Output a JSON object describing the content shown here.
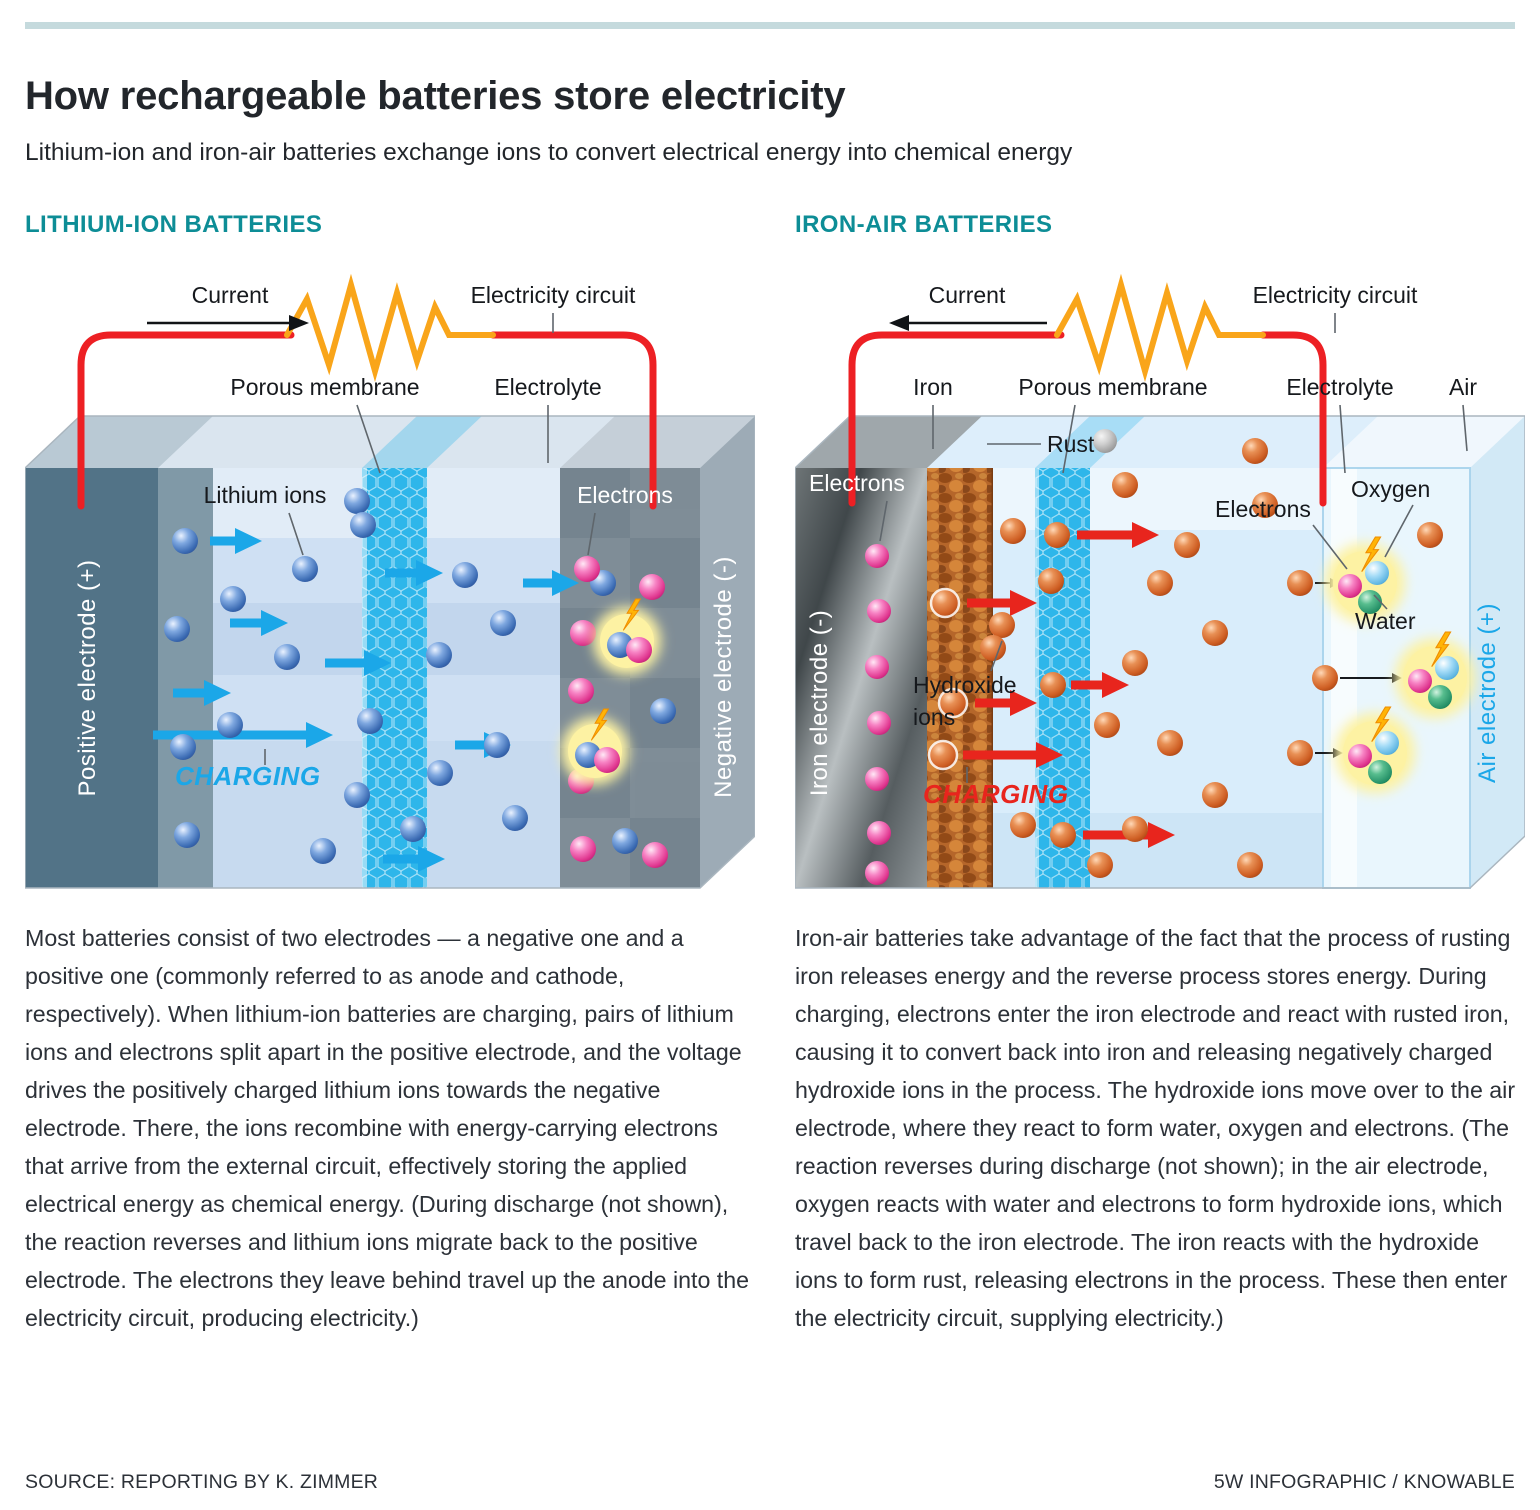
{
  "page": {
    "title": "How rechargeable batteries store electricity",
    "subtitle": "Lithium-ion and iron-air batteries exchange ions to convert electrical energy into chemical energy",
    "footer_left": "SOURCE: REPORTING BY K. ZIMMER",
    "footer_right": "5W INFOGRAPHIC / KNOWABLE"
  },
  "colors": {
    "accent_teal": "#0d8d96",
    "top_rule": "#c5dadd",
    "wire_red": "#ed2024",
    "resistor_orange": "#f9a51a",
    "charging_blue": "#1ba7e8",
    "charging_red": "#e8251d",
    "lithium_ion_blue": "#4a7fc1",
    "electron_pink": "#e0368f",
    "hydroxide_orange": "#cf5f24",
    "oxygen_blue": "#7ecbf0",
    "water_green": "#2fa878",
    "positive_electrode_teal": "#527387",
    "negative_electrode_gray": "#75848f",
    "membrane_cyan": "#2eb6ea",
    "electrolyte_blue": "#cfe0f3",
    "air_electrode_blue": "#e9f6fd",
    "rust_brown": "#b5662a",
    "glow_yellow": "#fdf2a3",
    "bolt_yellow": "#ffb405"
  },
  "lithium": {
    "heading": "LITHIUM-ION BATTERIES",
    "labels": {
      "current": "Current",
      "electricity_circuit": "Electricity circuit",
      "porous_membrane": "Porous membrane",
      "electrolyte": "Electrolyte",
      "lithium_ions": "Lithium ions",
      "electrons": "Electrons",
      "charging": "CHARGING",
      "positive_electrode": "Positive electrode (+)",
      "negative_electrode": "Negative electrode (-)"
    },
    "paragraph": "Most batteries consist of two electrodes — a negative one and a positive one (commonly referred to as anode and cathode, respectively). When lithium-ion batteries are charging, pairs of lithium ions and electrons split apart in the positive electrode, and the voltage drives the positively charged lithium ions towards the negative electrode. There, the ions recombine with energy-carrying electrons that arrive from the external circuit, effectively storing the applied electrical energy as chemical energy. (During discharge (not shown), the reaction reverses and lithium ions migrate back to the positive electrode. The electrons they leave behind travel up the anode into the electricity circuit, producing electricity.)"
  },
  "ironair": {
    "heading": "IRON-AIR BATTERIES",
    "labels": {
      "current": "Current",
      "electricity_circuit": "Electricity circuit",
      "iron": "Iron",
      "porous_membrane": "Porous membrane",
      "electrolyte": "Electrolyte",
      "air": "Air",
      "rust": "Rust",
      "electrons_iron": "Electrons",
      "electrons_reaction": "Electrons",
      "hydroxide_ions_line1": "Hydroxide",
      "hydroxide_ions_line2": "ions",
      "charging": "CHARGING",
      "oxygen": "Oxygen",
      "water": "Water",
      "iron_electrode": "Iron electrode (-)",
      "air_electrode": "Air electrode (+)"
    },
    "paragraph": "Iron-air batteries take advantage of the fact that the process of rusting iron releases energy and the reverse process stores energy. During charging, electrons enter the iron electrode and react with rusted iron, causing it to convert back into iron and releasing negatively charged hydroxide ions in the process. The hydroxide ions move over to the air electrode, where they react to form water, oxygen and electrons. (The reaction reverses during discharge (not shown); in the air electrode, oxygen reacts with water and electrons to form hydroxide ions, which travel back to the iron electrode. The iron reacts with the hydroxide ions to form rust, releasing electrons in the process. These then enter the electricity circuit, supplying electricity.)"
  }
}
